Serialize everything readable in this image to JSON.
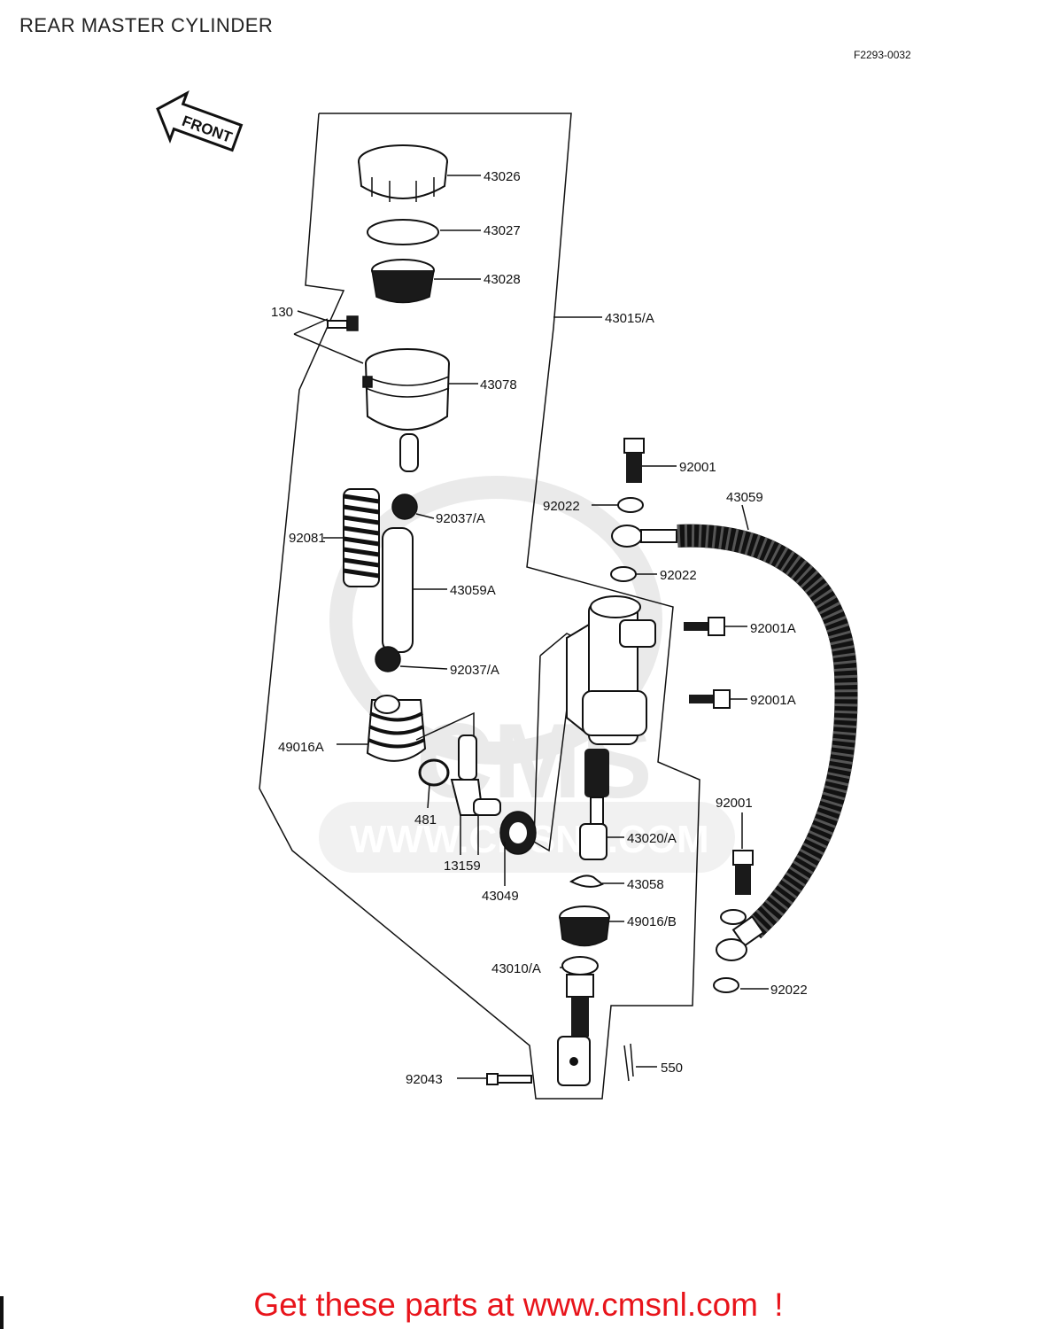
{
  "header": {
    "title": "REAR MASTER CYLINDER",
    "figure_code": "F2293-0032"
  },
  "front_arrow": {
    "label": "FRONT"
  },
  "watermark": {
    "url_text": "WWW.CMSNL.COM",
    "logo_text": "CMS"
  },
  "parts": [
    {
      "id": "p43026",
      "number": "43026"
    },
    {
      "id": "p43027",
      "number": "43027"
    },
    {
      "id": "p43028",
      "number": "43028"
    },
    {
      "id": "p130",
      "number": "130"
    },
    {
      "id": "p43015a",
      "number": "43015/A"
    },
    {
      "id": "p43078",
      "number": "43078"
    },
    {
      "id": "p92001_top",
      "number": "92001"
    },
    {
      "id": "p92022_top",
      "number": "92022"
    },
    {
      "id": "p43059",
      "number": "43059"
    },
    {
      "id": "p92037a_top",
      "number": "92037/A"
    },
    {
      "id": "p92081",
      "number": "92081"
    },
    {
      "id": "p92022_mid",
      "number": "92022"
    },
    {
      "id": "p43059a",
      "number": "43059A"
    },
    {
      "id": "p92001a_top",
      "number": "92001A"
    },
    {
      "id": "p92037a_bot",
      "number": "92037/A"
    },
    {
      "id": "p92001a_bot",
      "number": "92001A"
    },
    {
      "id": "p49016a",
      "number": "49016A"
    },
    {
      "id": "p92001_bot",
      "number": "92001"
    },
    {
      "id": "p481",
      "number": "481"
    },
    {
      "id": "p43020a",
      "number": "43020/A"
    },
    {
      "id": "p13159",
      "number": "13159"
    },
    {
      "id": "p43058",
      "number": "43058"
    },
    {
      "id": "p43049",
      "number": "43049"
    },
    {
      "id": "p49016b",
      "number": "49016/B"
    },
    {
      "id": "p43010a",
      "number": "43010/A"
    },
    {
      "id": "p92022_bot",
      "number": "92022"
    },
    {
      "id": "p550",
      "number": "550"
    },
    {
      "id": "p92043",
      "number": "92043"
    }
  ],
  "footer": {
    "banner_text": "Get these parts at www.cmsnl.com",
    "banner_suffix": "!"
  },
  "colors": {
    "banner": "#e8141b",
    "linework": "#111111",
    "watermark": "#d9d9d9"
  }
}
